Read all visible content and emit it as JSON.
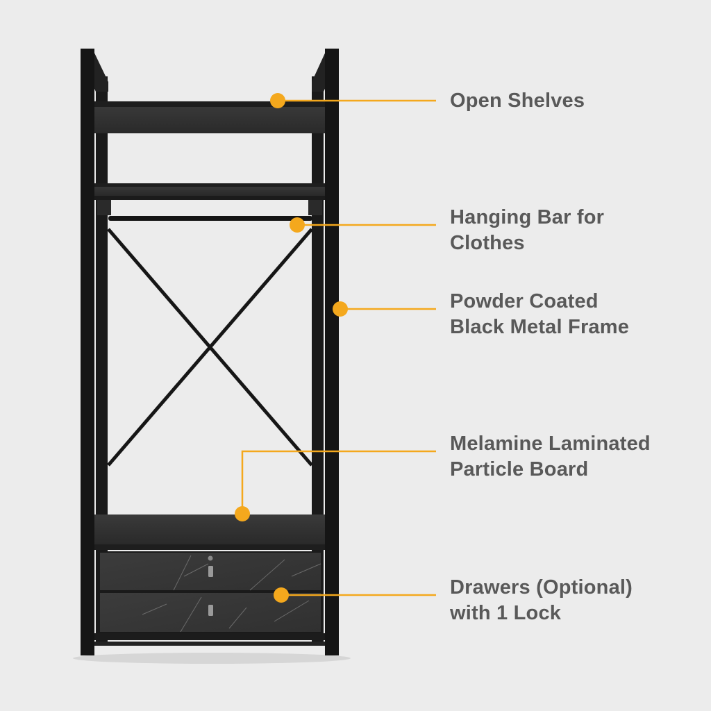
{
  "accent_color": "#f4a81d",
  "text_color": "#595959",
  "callouts": [
    {
      "lines": [
        "Open Shelves"
      ]
    },
    {
      "lines": [
        "Hanging Bar for",
        "Clothes"
      ]
    },
    {
      "lines": [
        "Powder Coated",
        "Black Metal Frame"
      ]
    },
    {
      "lines": [
        "Melamine Laminated",
        "Particle Board"
      ]
    },
    {
      "lines": [
        "Drawers (Optional)",
        "with 1 Lock"
      ]
    }
  ]
}
